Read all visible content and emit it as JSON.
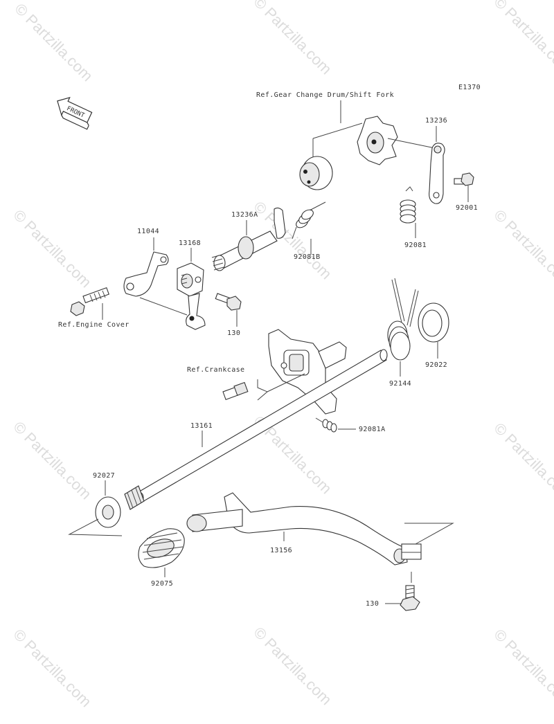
{
  "diagram_code": "E1370",
  "front_label": "FRONT",
  "watermark": "© Partzilla.com",
  "references": {
    "gear_change": "Ref.Gear Change Drum/Shift Fork",
    "engine_cover": "Ref.Engine Cover",
    "crankcase": "Ref.Crankcase"
  },
  "parts": {
    "p13236": "13236",
    "p92001": "92001",
    "p92081": "92081",
    "p13236A": "13236A",
    "p92081B": "92081B",
    "p11044": "11044",
    "p13168": "13168",
    "p130a": "130",
    "p92022": "92022",
    "p92144": "92144",
    "p92081A": "92081A",
    "p13161": "13161",
    "p92027": "92027",
    "p13156": "13156",
    "p92075": "92075",
    "p130b": "130"
  }
}
